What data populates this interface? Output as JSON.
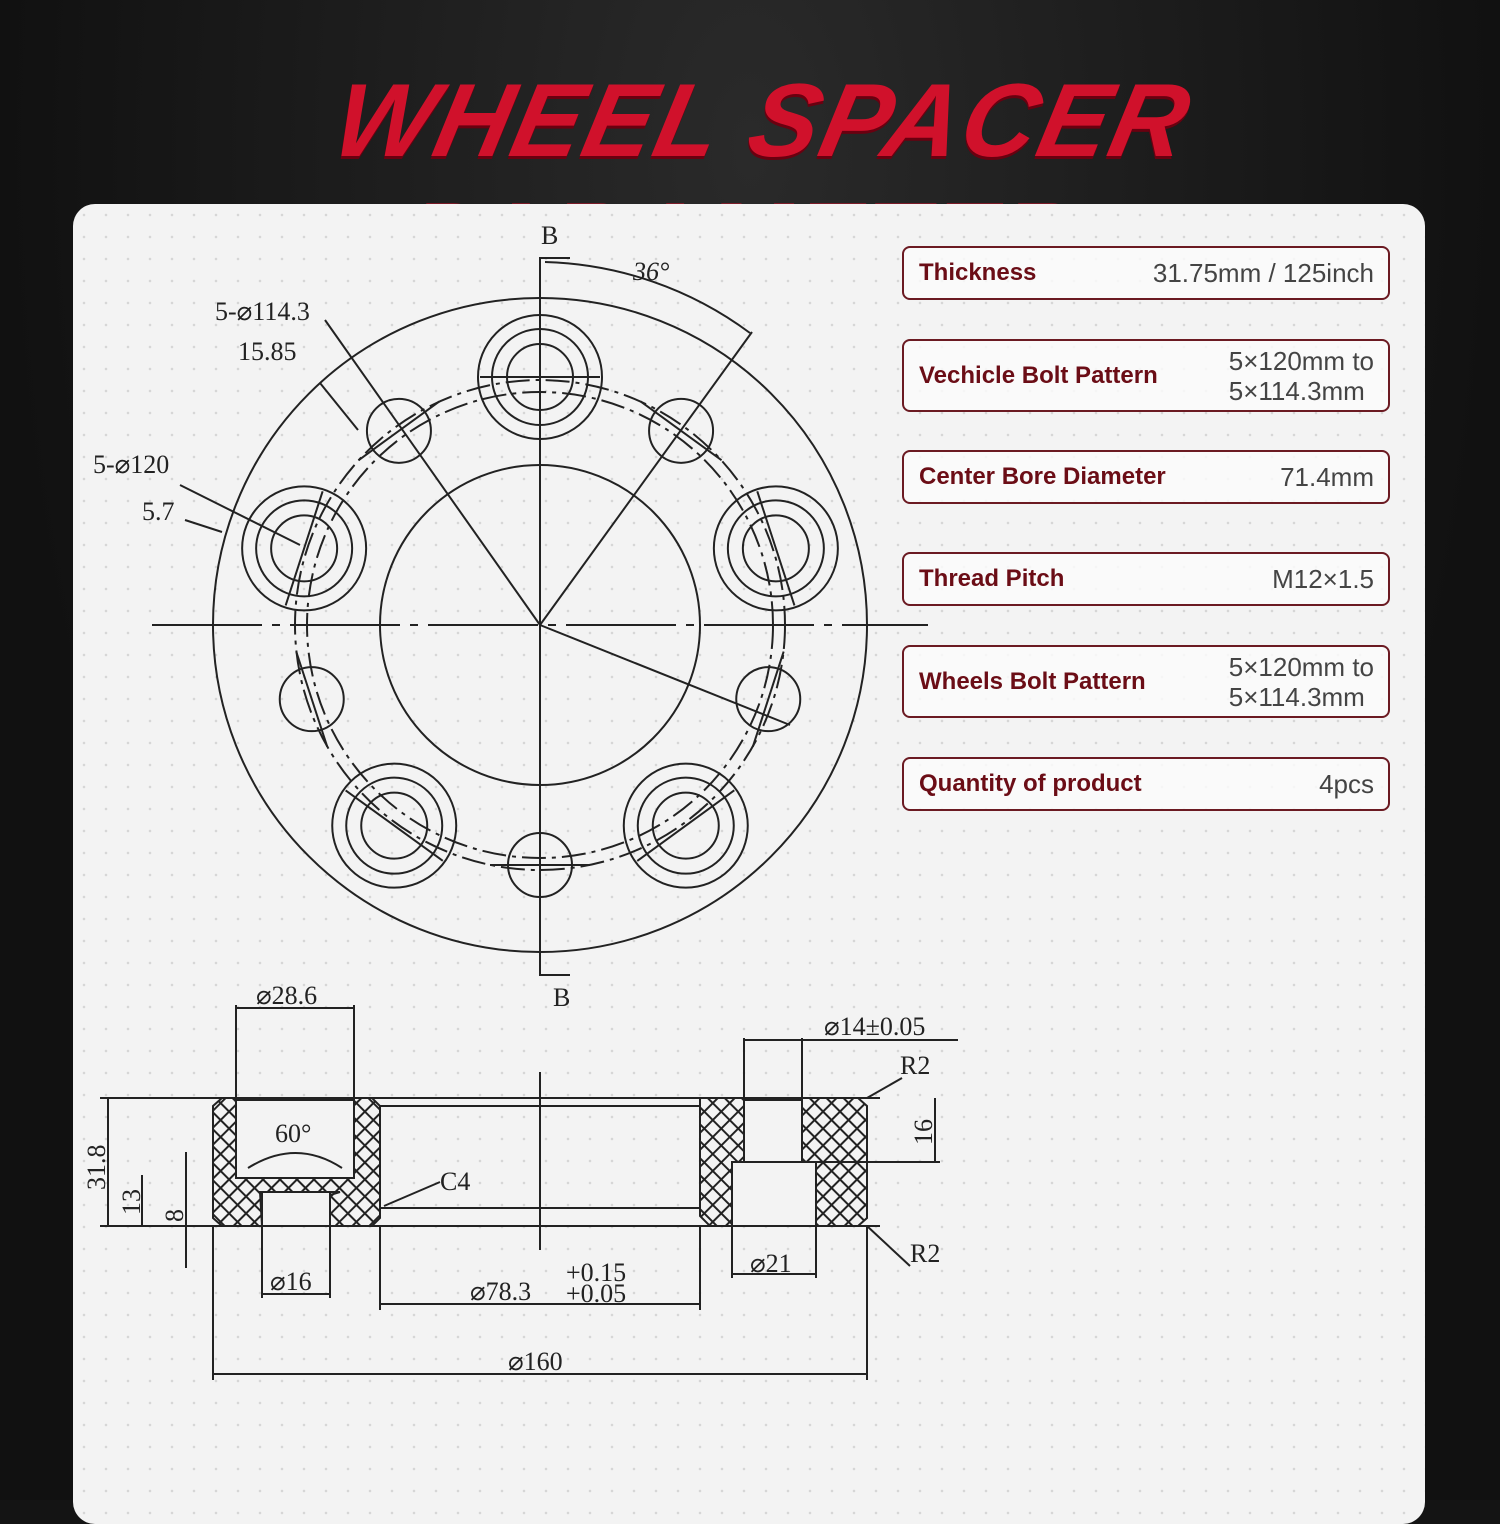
{
  "title": "WHEEL SPACER PARAMETER",
  "params": [
    {
      "label": "Thickness",
      "value": [
        "31.75mm / 125inch"
      ]
    },
    {
      "label": "Vechicle Bolt Pattern",
      "value": [
        "5×120mm to",
        "5×114.3mm"
      ]
    },
    {
      "label": "Center Bore Diameter",
      "value": [
        "71.4mm"
      ]
    },
    {
      "label": "Thread Pitch",
      "value": [
        "M12×1.5"
      ]
    },
    {
      "label": "Wheels Bolt Pattern",
      "value": [
        "5×120mm to",
        "5×114.3mm"
      ]
    },
    {
      "label": "Quantity of product",
      "value": [
        "4pcs"
      ]
    }
  ],
  "top_view": {
    "section_mark": "B",
    "angle": "36°",
    "pcd_small": "5-⌀114.3",
    "d1": "15.85",
    "pcd_large": "5-⌀120",
    "d2": "5.7"
  },
  "section_view": {
    "d28": "⌀28.6",
    "d14": "⌀14±0.05",
    "r2a": "R2",
    "r2b": "R2",
    "a60": "60°",
    "c4": "C4",
    "h318": "31.8",
    "h13": "13",
    "h8": "8",
    "h16": "16",
    "d16": "⌀16",
    "d21": "⌀21",
    "d783": "⌀78.3",
    "tol_up": "+0.15",
    "tol_dn": "+0.05",
    "d160": "⌀160"
  },
  "colors": {
    "accent": "#d0112b",
    "label": "#6b0d16",
    "line": "#222222"
  }
}
